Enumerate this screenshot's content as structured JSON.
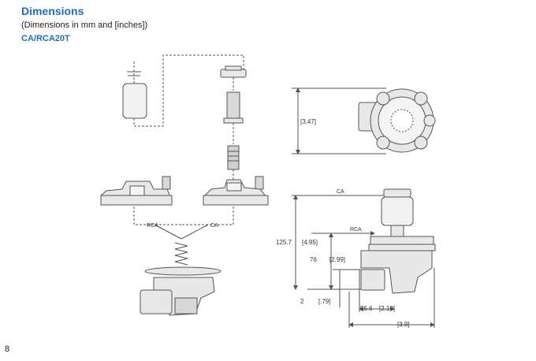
{
  "header": {
    "title": "Dimensions",
    "subtitle": "(Dimensions in mm and [inches])",
    "model": "CA/RCA20T"
  },
  "exploded_view": {
    "label_rca": "RCA",
    "label_ca": "CA"
  },
  "top_view": {
    "height_in": "[3.47]"
  },
  "side_view": {
    "label_ca": "CA",
    "label_rca": "RCA",
    "overall_height_mm": "125.7",
    "overall_height_in": "[4.95]",
    "body_height_mm": "76",
    "body_height_in": "[2.99]",
    "port_height_mm": "2",
    "port_height_in": "[.79]",
    "port_offset_mm": "55.6",
    "port_offset_in": "[2.19]",
    "width_in": "[3.9]"
  },
  "page": {
    "number": "8"
  },
  "colors": {
    "accent": "#1b6ec2",
    "line": "#555555",
    "fill": "#e8e8e8"
  }
}
